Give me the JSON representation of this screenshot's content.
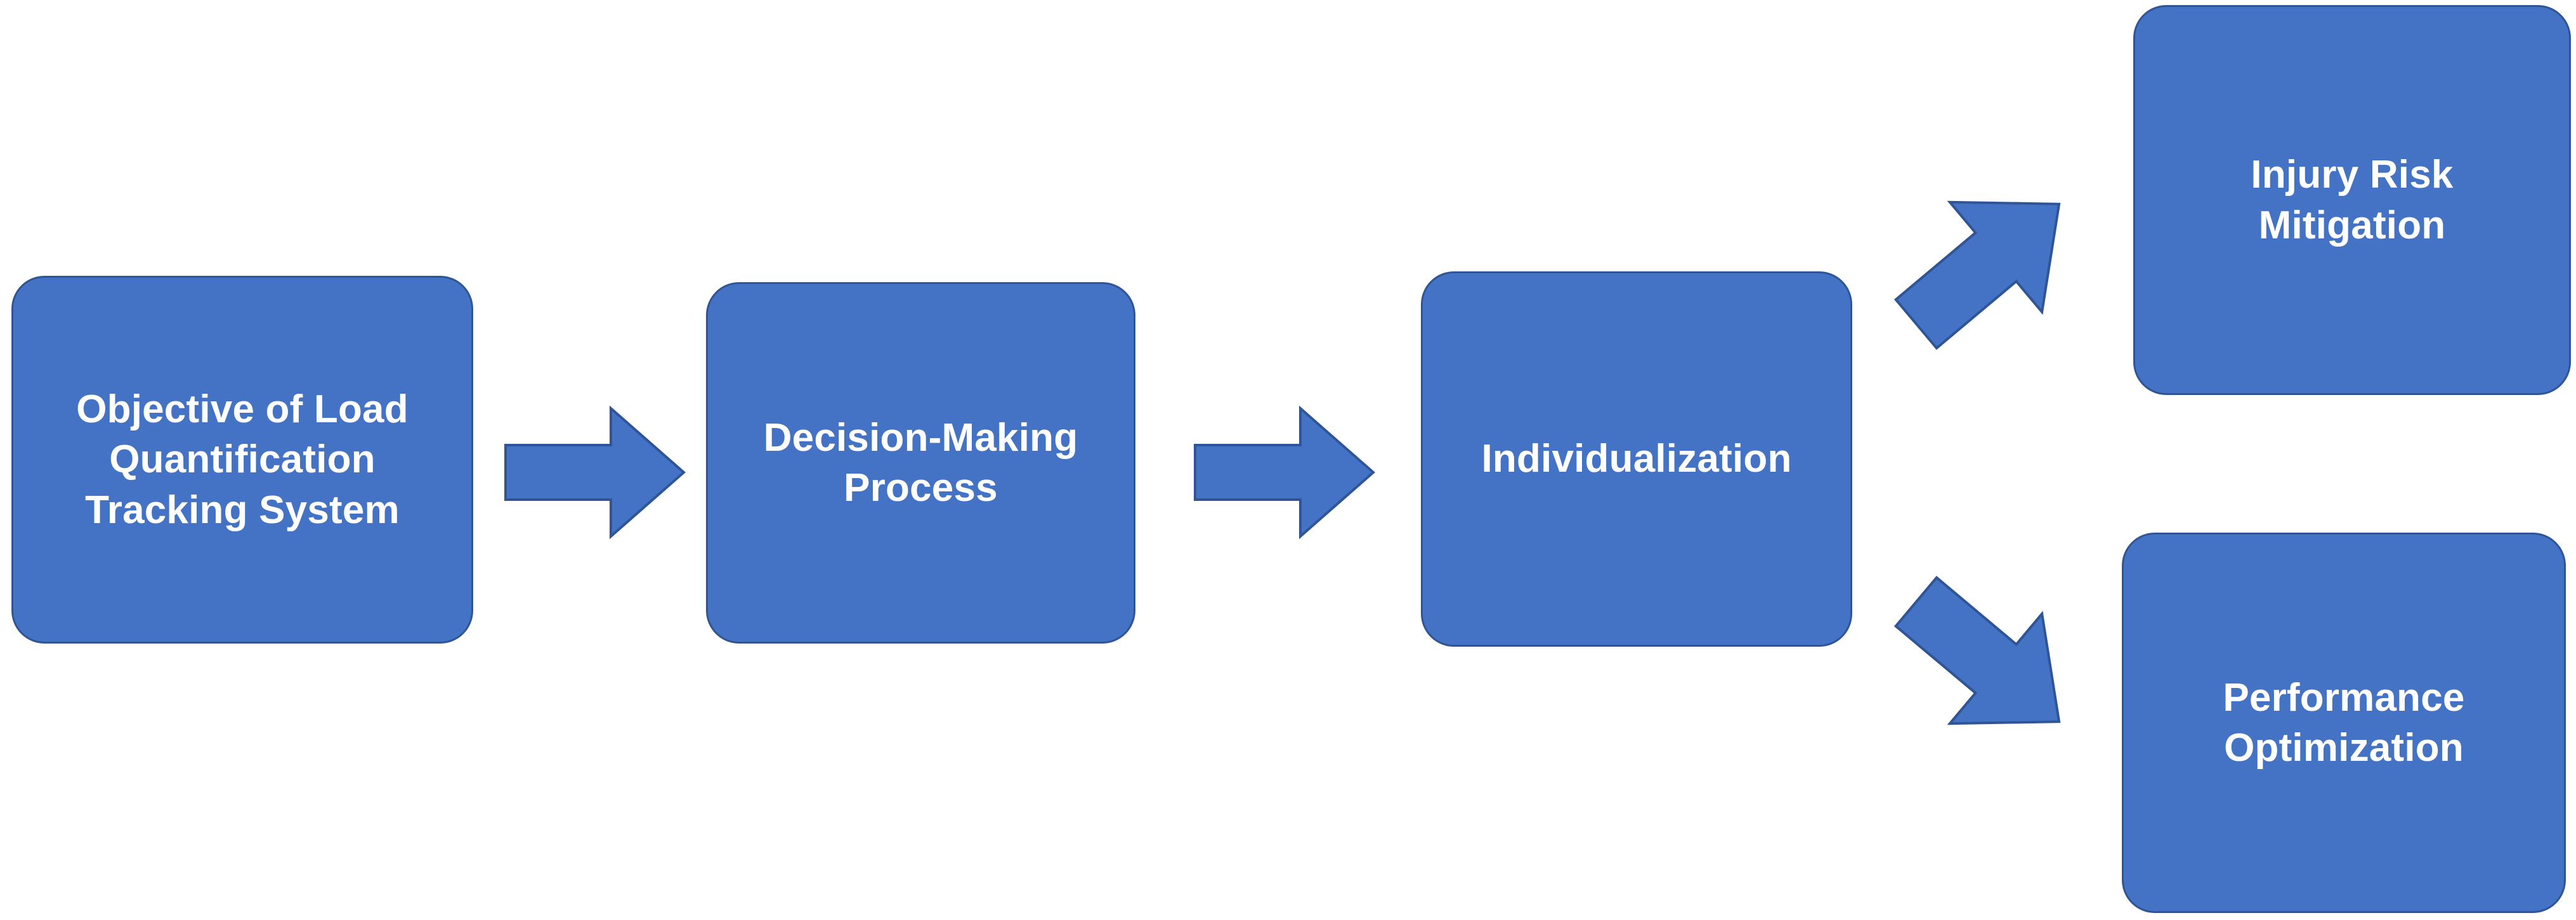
{
  "diagram": {
    "title": "Objective of Load Quantification Tracking System flow",
    "type": "flowchart",
    "orientation": "left-to-right with terminal branch",
    "colors": {
      "node_fill": "#4472C4",
      "node_border": "#2F5597",
      "node_text": "#FFFFFF",
      "arrow_fill": "#4472C4",
      "arrow_border": "#2F5597",
      "background": "#FFFFFF"
    },
    "nodes": [
      {
        "id": "objective",
        "label": "Objective of Load\nQuantification\nTracking System",
        "lines": [
          "Objective of Load",
          "Quantification",
          "Tracking System"
        ],
        "stage": 1
      },
      {
        "id": "decision",
        "label": "Decision-Making\nProcess",
        "lines": [
          "Decision-Making",
          "Process"
        ],
        "stage": 2
      },
      {
        "id": "individualization",
        "label": "Individualization",
        "lines": [
          "Individualization"
        ],
        "stage": 3
      },
      {
        "id": "injury-risk",
        "label": "Injury Risk\nMitigation",
        "lines": [
          "Injury Risk",
          "Mitigation"
        ],
        "stage": 4
      },
      {
        "id": "performance",
        "label": "Performance\nOptimization",
        "lines": [
          "Performance",
          "Optimization"
        ],
        "stage": 4
      }
    ],
    "connectors": [
      {
        "id": "arrow-1",
        "from": "objective",
        "to": "decision",
        "direction": "right",
        "shape": "block-arrow"
      },
      {
        "id": "arrow-2",
        "from": "decision",
        "to": "individualization",
        "direction": "right",
        "shape": "block-arrow"
      },
      {
        "id": "arrow-3",
        "from": "individualization",
        "to": "injury-risk",
        "direction": "up-right",
        "shape": "block-arrow"
      },
      {
        "id": "arrow-4",
        "from": "individualization",
        "to": "performance",
        "direction": "down-right",
        "shape": "block-arrow"
      }
    ]
  }
}
